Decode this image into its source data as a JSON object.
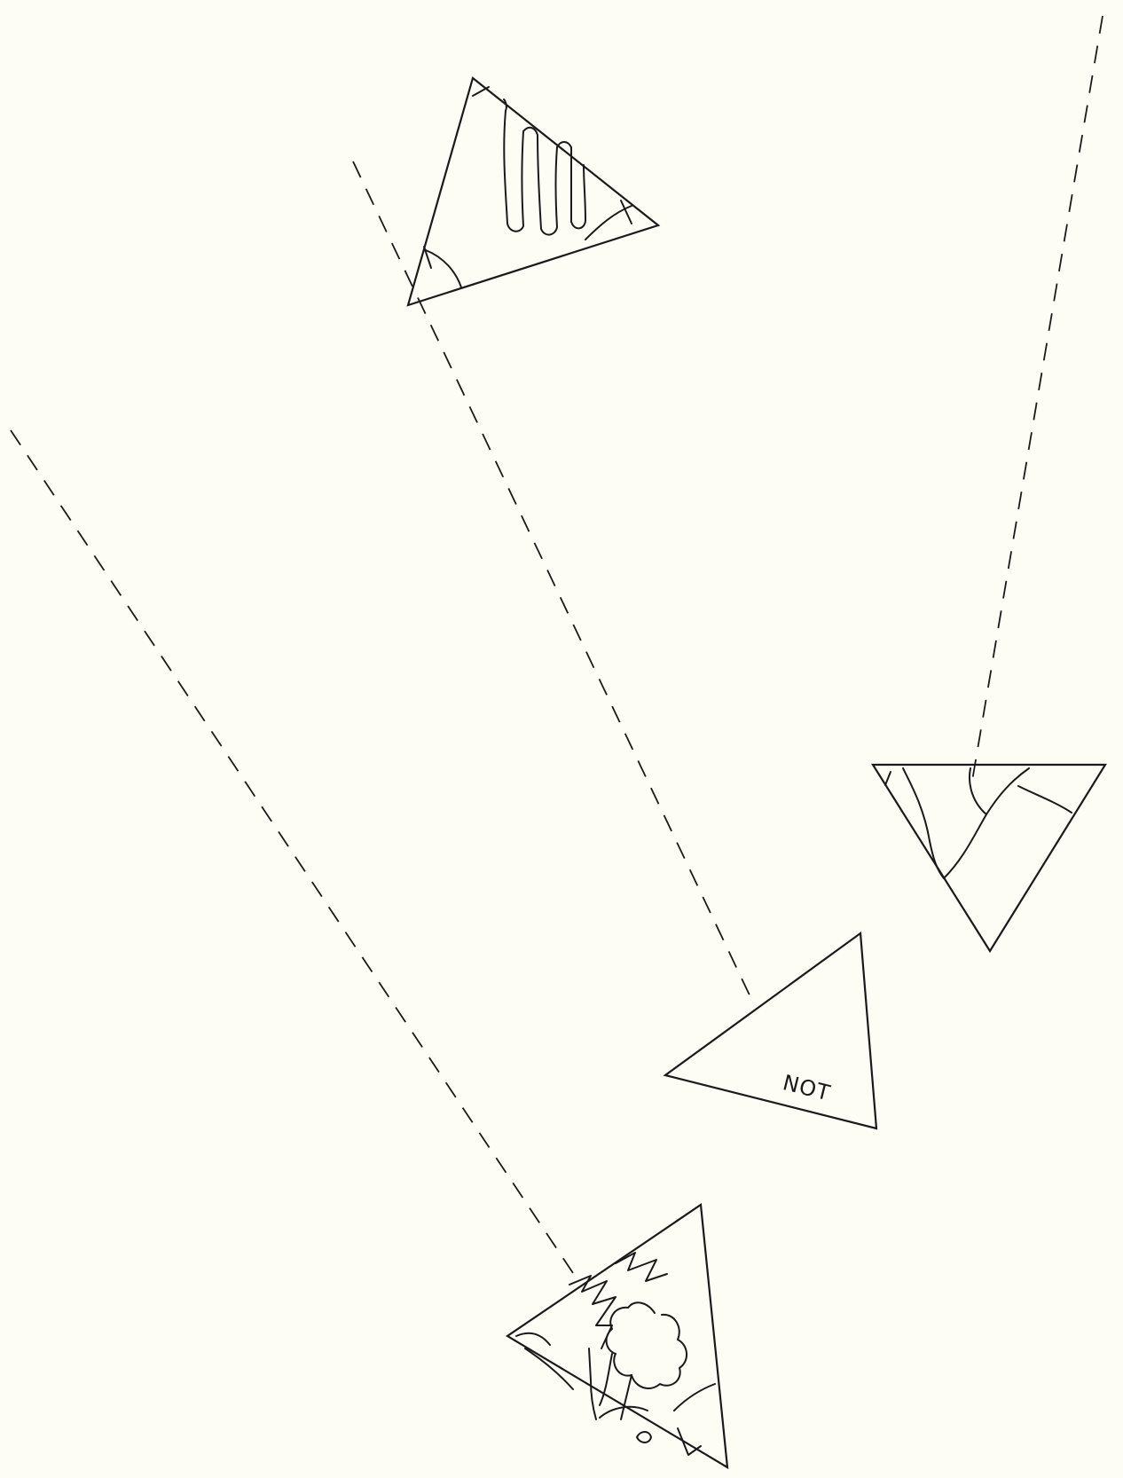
{
  "pieces": [
    {
      "id": "hand-piece",
      "icon": "hand-fragment-icon"
    },
    {
      "id": "landscape-piece",
      "icon": "landscape-fragment-icon"
    },
    {
      "id": "label-piece",
      "label": "NOT"
    },
    {
      "id": "tree-piece",
      "icon": "tree-fragment-icon"
    }
  ],
  "connectors": 3,
  "colors": {
    "ink": "#1a1a1a",
    "paper": "#fdfdf6"
  }
}
